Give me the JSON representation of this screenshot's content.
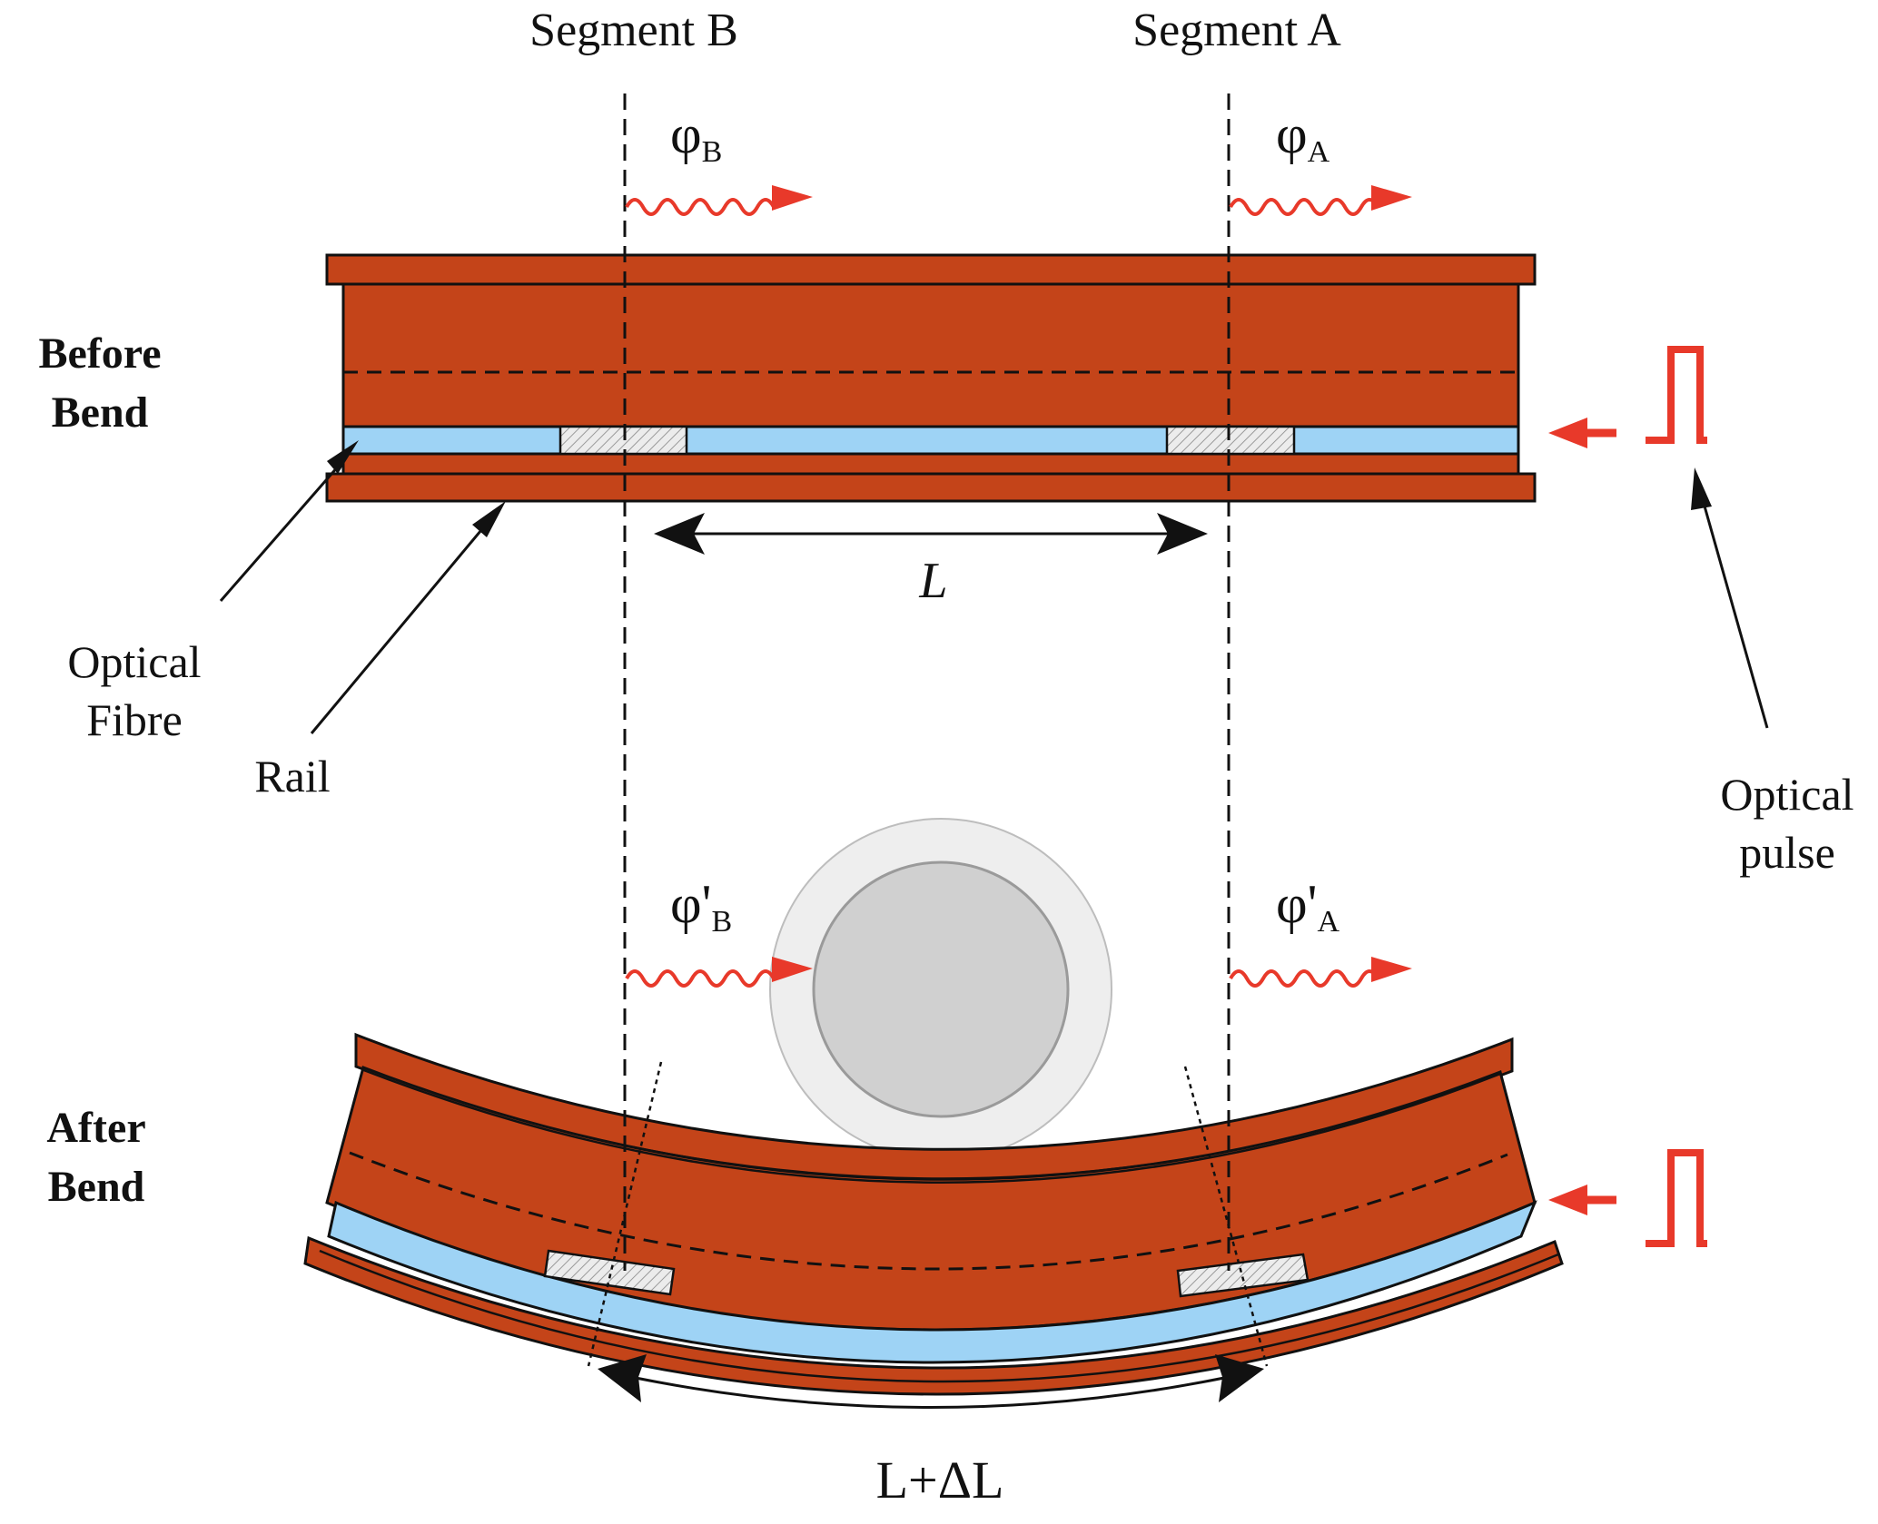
{
  "labels": {
    "segment_b": "Segment B",
    "segment_a": "Segment A",
    "phi_b": "φ",
    "phi_b_sub": "B",
    "phi_a": "φ",
    "phi_a_sub": "A",
    "phi_b_prime": "φ'",
    "phi_b_prime_sub": "B",
    "phi_a_prime": "φ'",
    "phi_a_prime_sub": "A",
    "before_line1": "Before",
    "before_line2": "Bend",
    "after_line1": "After",
    "after_line2": "Bend",
    "optical_fibre_line1": "Optical",
    "optical_fibre_line2": "Fibre",
    "rail": "Rail",
    "optical_pulse_line1": "Optical",
    "optical_pulse_line2": "pulse",
    "length_L": "L",
    "length_L_dL": "L+ΔL"
  },
  "colors": {
    "rail": "#c44419",
    "fibre": "#9ed3f5",
    "pulse": "#e8392a",
    "wheel_outer": "#eeeeee",
    "wheel_inner": "#d0d0d0",
    "grating": "#ececec",
    "line": "#111111"
  }
}
